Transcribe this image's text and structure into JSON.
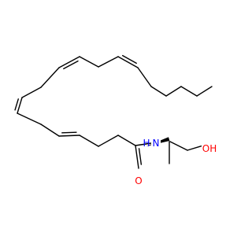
{
  "molecule": {
    "colors": {
      "bond": "#000000",
      "oxygen": "#ff0000",
      "nitrogen": "#0000ff",
      "background": "#ffffff"
    },
    "labels": {
      "amide_oxygen": "O",
      "amide_nitrogen": "N",
      "amide_hydrogen": "H",
      "hydroxyl": "OH"
    },
    "double_bond_geometry": [
      "cis",
      "cis",
      "cis",
      "cis"
    ],
    "stereocenter": "wedge"
  }
}
